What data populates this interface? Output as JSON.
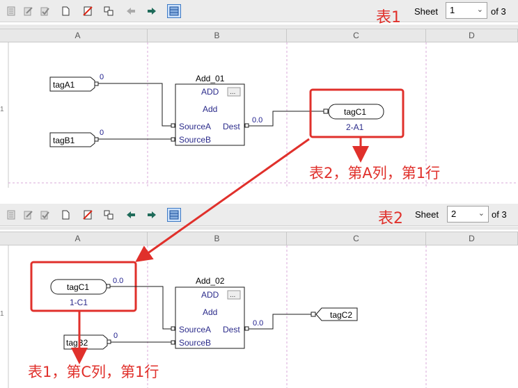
{
  "panel1": {
    "annotation_title": "表1",
    "sheet_label": "Sheet",
    "sheet_value": "1",
    "of_label": "of 3",
    "columns": [
      "A",
      "B",
      "C",
      "D"
    ],
    "row_label": "1",
    "inputs": [
      {
        "tag": "tagA1",
        "value": "0"
      },
      {
        "tag": "tagB1",
        "value": "0"
      }
    ],
    "block": {
      "name": "Add_01",
      "type": "ADD",
      "desc": "Add",
      "ellipsis": "...",
      "source_a": "SourceA",
      "source_b": "SourceB",
      "dest": "Dest",
      "dest_value": "0.0"
    },
    "output": {
      "tag": "tagC1",
      "ref": "2-A1"
    },
    "annotation_note": "表2，第A列，第1行"
  },
  "panel2": {
    "annotation_title": "表2",
    "sheet_label": "Sheet",
    "sheet_value": "2",
    "of_label": "of 3",
    "columns": [
      "A",
      "B",
      "C",
      "D"
    ],
    "row_label": "1",
    "input_c1": {
      "tag": "tagC1",
      "ref": "1-C1",
      "value": "0.0"
    },
    "input_b2": {
      "tag": "tagB2",
      "value": "0"
    },
    "block": {
      "name": "Add_02",
      "type": "ADD",
      "desc": "Add",
      "ellipsis": "...",
      "source_a": "SourceA",
      "source_b": "SourceB",
      "dest": "Dest",
      "dest_value": "0.0"
    },
    "output": {
      "tag": "tagC2"
    },
    "annotation_note": "表1，第C列，第1行"
  },
  "colors": {
    "annotation": "#e0302b",
    "wire": "#1a1a1a",
    "block_text": "#2a2a8a",
    "value_text": "#1a1a8a"
  }
}
